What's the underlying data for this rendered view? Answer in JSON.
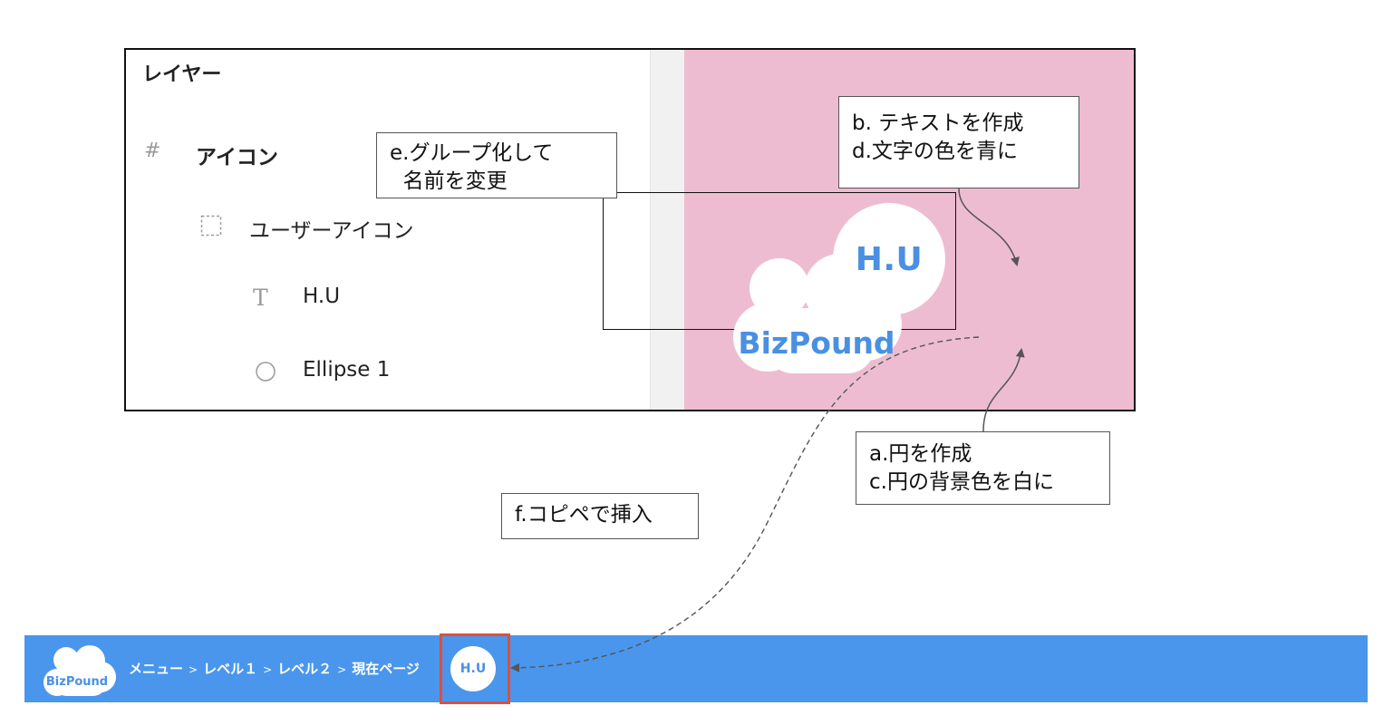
{
  "layers_panel": {
    "title": "レイヤー",
    "items": [
      {
        "label": "アイコン",
        "icon": "frame-hash-icon",
        "icon_glyph": "#"
      },
      {
        "label": "ユーザーアイコン",
        "icon": "group-dashed-icon",
        "icon_glyph": "⬚"
      },
      {
        "label": "H.U",
        "icon": "text-icon",
        "icon_glyph": "T"
      },
      {
        "label": "Ellipse 1",
        "icon": "ellipse-icon",
        "icon_glyph": "○"
      }
    ]
  },
  "canvas": {
    "background_color": "#eebcd0",
    "logo_text": "BizPound",
    "user_initials": "H.U",
    "accent_color": "#4a90e2"
  },
  "notes": {
    "group": "e.グループ化して\n  名前を変更",
    "text": "b. テキストを作成\nd.文字の色を青に",
    "circle": "a.円を作成\nc.円の背景色を白に",
    "paste": "f.コピペで挿入"
  },
  "navbar": {
    "background_color": "#4a96ec",
    "logo_text": "BizPound",
    "breadcrumbs": [
      "メニュー",
      "レベル１",
      "レベル２",
      "現在ページ"
    ],
    "separator": ">",
    "user_initials": "H.U",
    "highlight_color": "#e04e3b"
  }
}
